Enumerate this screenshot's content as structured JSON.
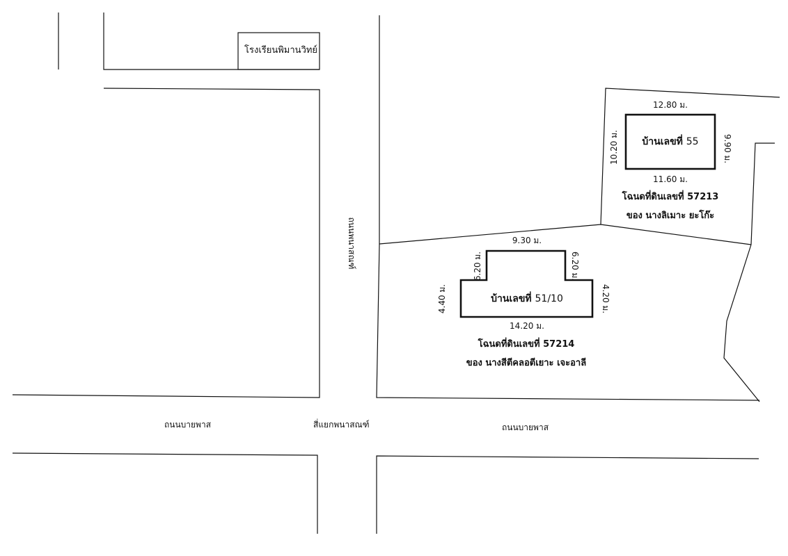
{
  "map": {
    "school": "โรงเรียนพิมานวิทย์",
    "road_vertical": "ถนนพนาสณฑ์",
    "road_horizontal_left": "ถนนบายพาส",
    "road_horizontal_right": "ถนนบายพาส",
    "intersection": "สี่แยกพนาสณฑ์"
  },
  "parcels": [
    {
      "house_prefix": "บ้านเลขที่",
      "house_number": "55",
      "deed": "โฉนดที่ดินเลขที่ 57213",
      "owner": "ของ นางลิเมาะ ยะโก๊ะ",
      "dims": {
        "top": "12.80 ม.",
        "bottom": "11.60 ม.",
        "left": "10.20 ม.",
        "right": "9.90 ม."
      }
    },
    {
      "house_prefix": "บ้านเลขที่",
      "house_number": "51/10",
      "deed": "โฉนดที่ดินเลขที่ 57214",
      "owner": "ของ นางสีตีคลอตีเยาะ เจะอาลี",
      "dims": {
        "top": "9.30 ม.",
        "bottom": "14.20 ม.",
        "left": "4.40 ม.",
        "right": "4.20 ม.",
        "inner_left": "6.20 ม.",
        "inner_right": "6.20 ม."
      }
    }
  ],
  "style": {
    "line_color": "#111111",
    "background": "#ffffff"
  }
}
